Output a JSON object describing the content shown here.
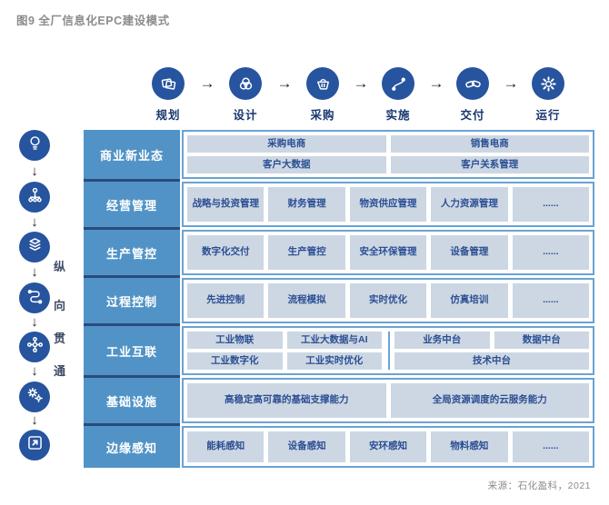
{
  "title": "图9 全厂信息化EPC建设模式",
  "source": "来源：石化盈科，2021",
  "flow": {
    "arrow": "→",
    "steps": [
      {
        "label": "规划",
        "icon": "blueprint"
      },
      {
        "label": "设计",
        "icon": "design"
      },
      {
        "label": "采购",
        "icon": "cart"
      },
      {
        "label": "实施",
        "icon": "route"
      },
      {
        "label": "交付",
        "icon": "handshake"
      },
      {
        "label": "运行",
        "icon": "gear"
      }
    ]
  },
  "left_flow": {
    "arrow": "↓",
    "icons": [
      "bulb",
      "org",
      "layers",
      "pipeline",
      "network",
      "gears",
      "arrow-out"
    ],
    "text": [
      "纵",
      "向",
      "贯",
      "通"
    ]
  },
  "table": {
    "rows": [
      {
        "header": "商业新业态",
        "cells": [
          [
            "采购电商",
            "销售电商"
          ],
          [
            "客户大数据",
            "客户关系管理"
          ]
        ]
      },
      {
        "header": "经营管理",
        "cells": [
          "战略与投资管理",
          "财务管理",
          "物资供应管理",
          "人力资源管理",
          "......"
        ]
      },
      {
        "header": "生产管控",
        "cells": [
          "数字化交付",
          "生产管控",
          "安全环保管理",
          "设备管理",
          "......"
        ]
      },
      {
        "header": "过程控制",
        "cells": [
          "先进控制",
          "流程模拟",
          "实时优化",
          "仿真培训",
          "......"
        ]
      },
      {
        "header": "工业互联",
        "left": [
          [
            "工业物联",
            "工业大数据与AI"
          ],
          [
            "工业数字化",
            "工业实时优化"
          ]
        ],
        "right": [
          [
            "业务中台",
            "数据中台"
          ],
          [
            "技术中台"
          ]
        ]
      },
      {
        "header": "基础设施",
        "cells": [
          "高稳定高可靠的基础支撑能力",
          "全局资源调度的云服务能力"
        ]
      },
      {
        "header": "边缘感知",
        "cells": [
          "能耗感知",
          "设备感知",
          "安环感知",
          "物料感知",
          "......"
        ]
      }
    ]
  },
  "colors": {
    "deep-blue": "#27549e",
    "header-blue": "#5193c6",
    "border-blue": "#6aa3d5",
    "cell-bg": "#ccd7e3",
    "cell-text": "#2c4f93",
    "label-navy": "#17366e",
    "divider-navy": "#2a4a80",
    "arrow-dark": "#1b1b1b",
    "muted-gray": "#8c8c8c",
    "vertical-text": "#3f4b66"
  }
}
